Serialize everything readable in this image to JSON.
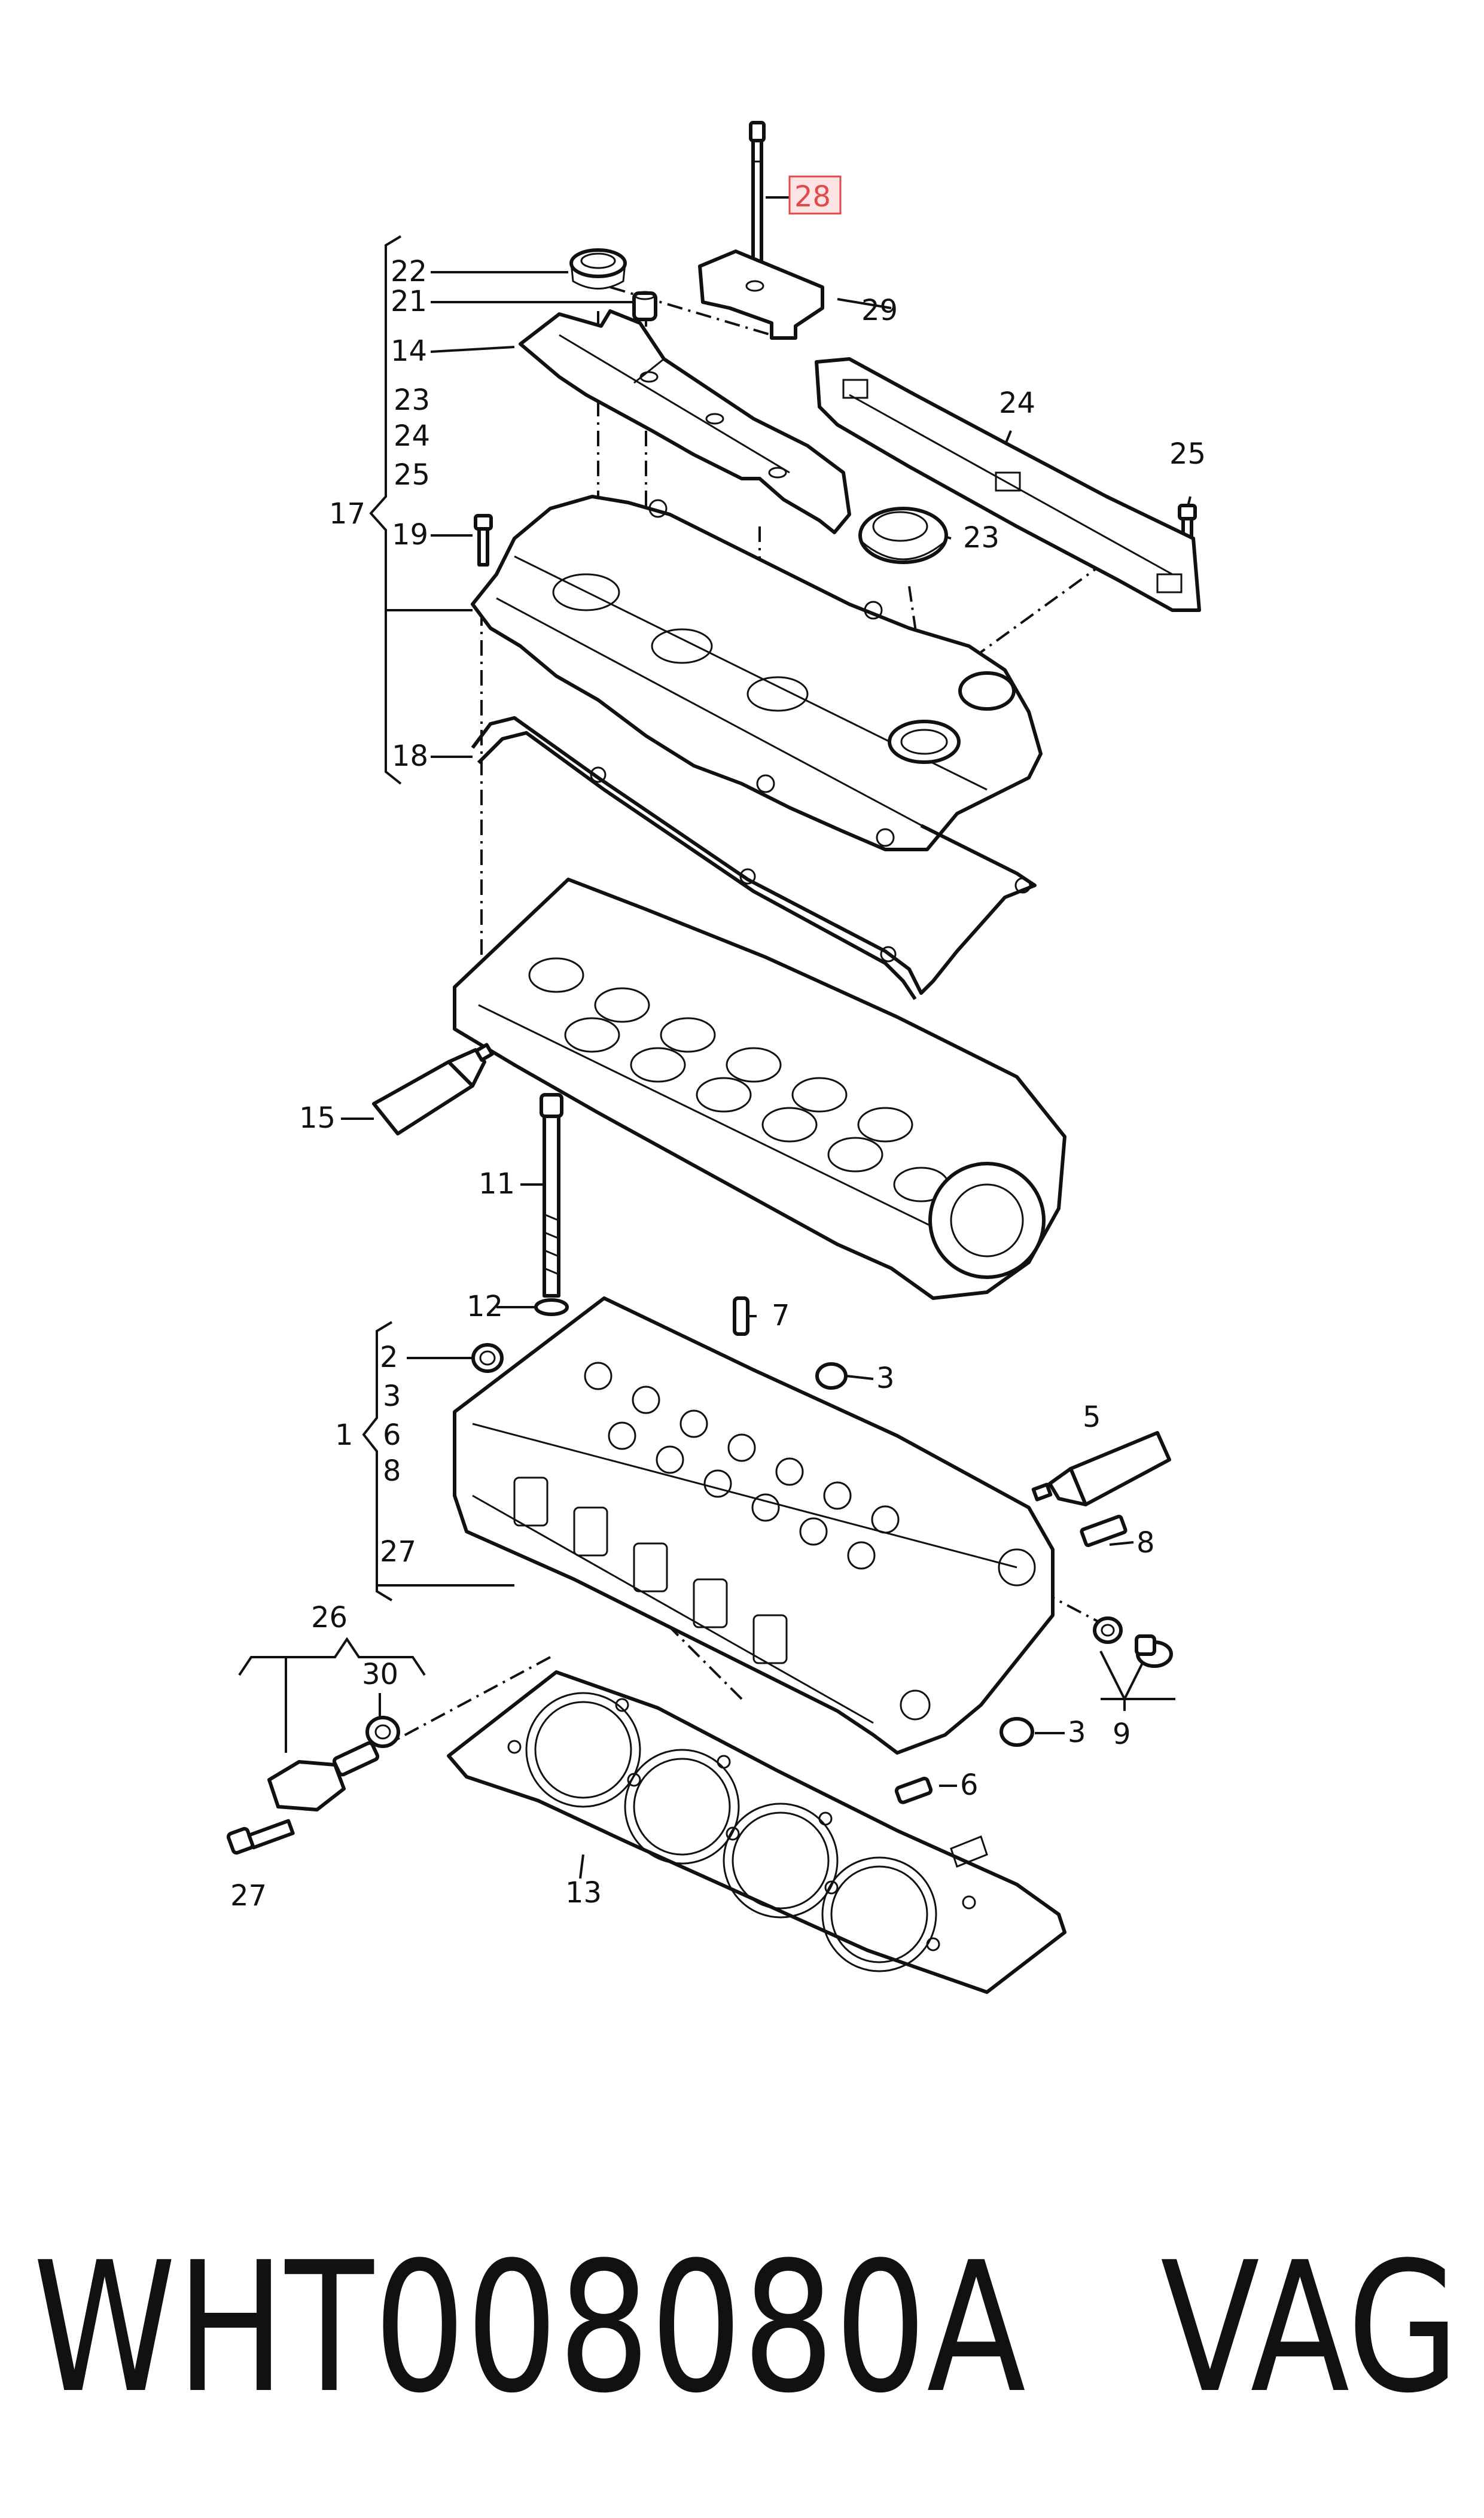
{
  "diagram": {
    "callouts": {
      "c1": "1",
      "c2": "2",
      "c3a": "3",
      "c3b": "3",
      "c3c": "3",
      "c5": "5",
      "c6a": "6",
      "c6b": "6",
      "c7": "7",
      "c8a": "8",
      "c8b": "8",
      "c9": "9",
      "c11": "11",
      "c12": "12",
      "c13": "13",
      "c14": "14",
      "c15": "15",
      "c17": "17",
      "c18": "18",
      "c19": "19",
      "c21": "21",
      "c22": "22",
      "c23a": "23",
      "c23b": "23",
      "c24a": "24",
      "c24b": "24",
      "c25a": "25",
      "c25b": "25",
      "c26": "26",
      "c27a": "27",
      "c27b": "27",
      "c28": "28",
      "c29": "29",
      "c30": "30"
    },
    "highlight_color": "#e24a4a"
  },
  "footer": {
    "part_number": "WHT008080A",
    "brand": "VAG"
  }
}
